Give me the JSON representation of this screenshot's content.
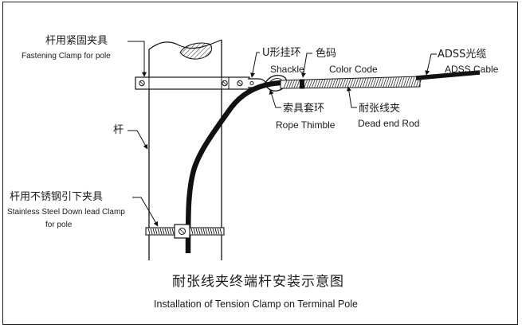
{
  "labels": {
    "fastening_clamp_cn": "杆用紧固夹具",
    "fastening_clamp_en": "Fastening Clamp for pole",
    "shackle_cn": "U形挂环",
    "shackle_en": "Shackle",
    "color_code_cn": "色码",
    "color_code_en": "Color Code",
    "adss_cn": "ADSS光缆",
    "adss_en": "ADSS Cable",
    "pole_cn": "杆",
    "rope_thimble_cn": "索具套环",
    "rope_thimble_en": "Rope Thimble",
    "dead_end_cn": "耐张线夹",
    "dead_end_en": "Dead end Rod",
    "down_lead_cn": "杆用不锈钢引下夹具",
    "down_lead_en_1": "Stainless Steel Down lead Clamp",
    "down_lead_en_2": "for pole"
  },
  "title": {
    "cn": "耐张线夹终端杆安装示意图",
    "en": "Installation of Tension Clamp on Terminal Pole"
  }
}
